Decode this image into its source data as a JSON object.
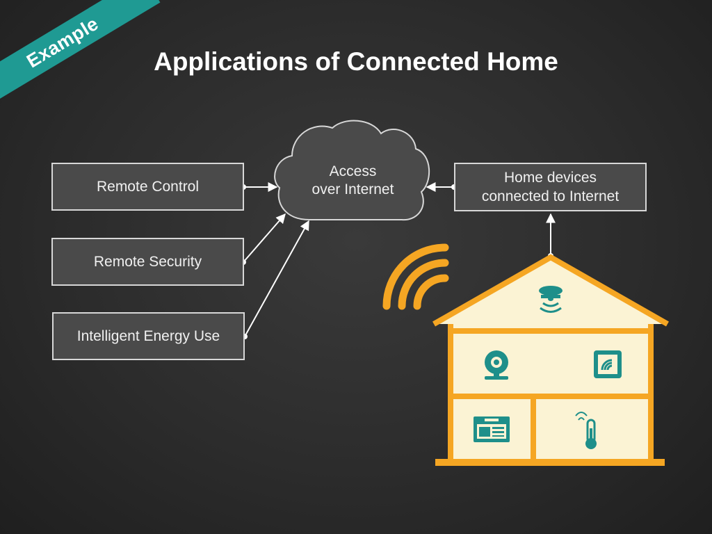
{
  "ribbon": {
    "label": "Example"
  },
  "title": "Applications of Connected Home",
  "applications": [
    {
      "label": "Remote Control"
    },
    {
      "label": "Remote Security"
    },
    {
      "label": "Intelligent Energy Use"
    }
  ],
  "cloud": {
    "line1": "Access",
    "line2": "over Internet"
  },
  "home_devices": {
    "line1": "Home devices",
    "line2": "connected to Internet"
  },
  "colors": {
    "accent_teal": "#1f9a93",
    "house_orange": "#f5a623",
    "house_fill": "#fbf3d4",
    "icon_teal": "#1e8f8a"
  },
  "icons": [
    "wifi-signal-icon",
    "smoke-detector-icon",
    "webcam-icon",
    "thermostat-panel-icon",
    "control-panel-icon",
    "thermometer-icon"
  ]
}
